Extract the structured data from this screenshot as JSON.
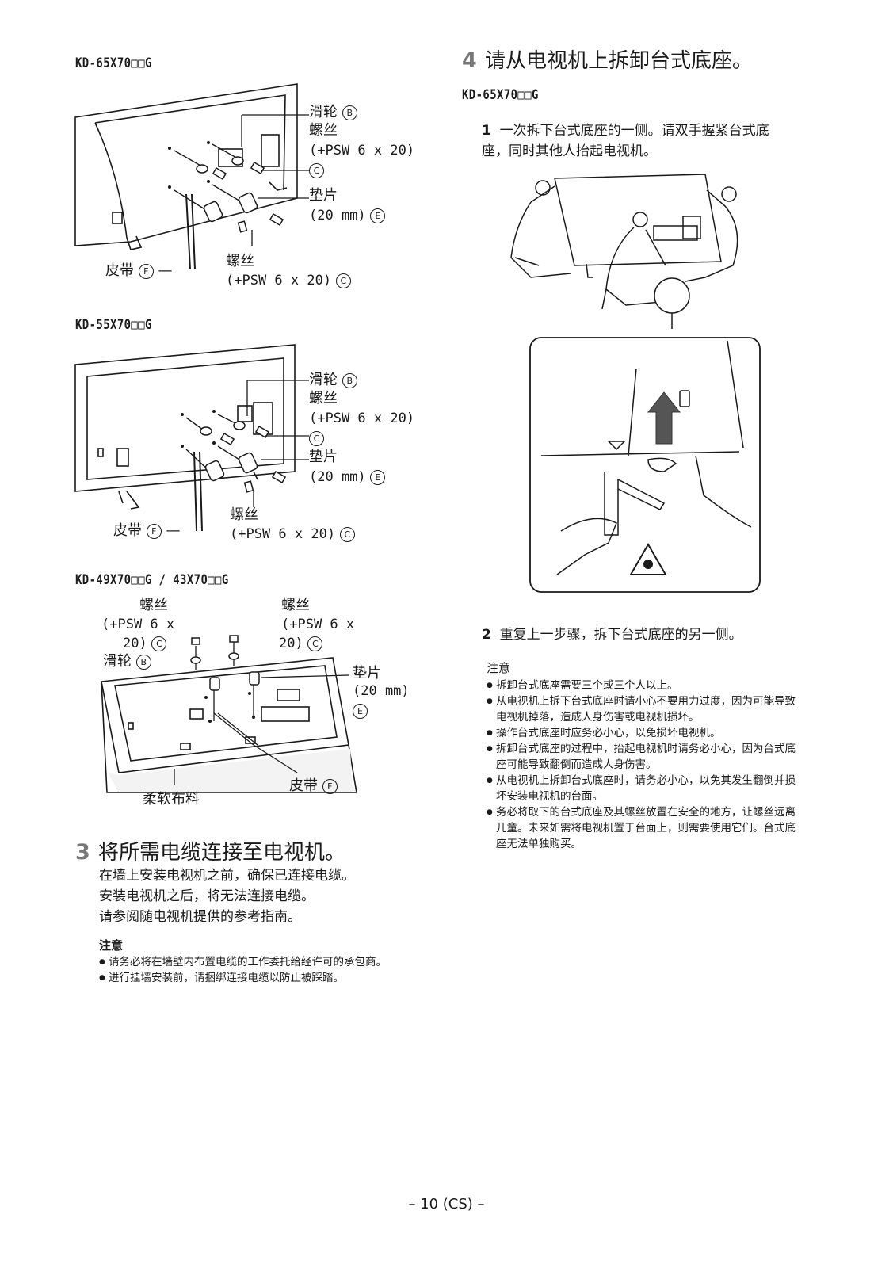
{
  "models": {
    "m65": "KD-65X70□□G",
    "m55": "KD-55X70□□G",
    "m49": "KD-49X70□□G / 43X70□□G",
    "m65_step4": "KD-65X70□□G"
  },
  "diagram65": {
    "pulley": "滑轮",
    "pulley_code": "B",
    "screw": "螺丝",
    "screw_spec": "(+PSW 6 x 20)",
    "screw_code": "C",
    "spacer": "垫片",
    "spacer_spec": "(20 mm)",
    "spacer_code": "E",
    "belt": "皮带",
    "belt_code": "F",
    "screw2": "螺丝",
    "screw2_spec": "(+PSW 6 x 20)",
    "screw2_code": "C"
  },
  "diagram55": {
    "pulley": "滑轮",
    "pulley_code": "B",
    "screw": "螺丝",
    "screw_spec": "(+PSW 6 x 20)",
    "screw_code": "C",
    "spacer": "垫片",
    "spacer_spec": "(20 mm)",
    "spacer_code": "E",
    "belt": "皮带",
    "belt_code": "F",
    "screw2": "螺丝",
    "screw2_spec": "(+PSW 6 x 20)",
    "screw2_code": "C"
  },
  "diagram49": {
    "screw_l": "螺丝",
    "screw_l_spec1": "(+PSW 6 x",
    "screw_l_spec2": "20)",
    "screw_l_code": "C",
    "pulley": "滑轮",
    "pulley_code": "B",
    "screw_r": "螺丝",
    "screw_r_spec1": "(+PSW 6 x",
    "screw_r_spec2": "20)",
    "screw_r_code": "C",
    "spacer": "垫片",
    "spacer_spec": "(20 mm)",
    "spacer_code": "E",
    "belt": "皮带",
    "belt_code": "F",
    "cloth": "柔软布料"
  },
  "step3": {
    "num": "3",
    "title": "将所需电缆连接至电视机。",
    "lines": [
      "在墙上安装电视机之前，确保已连接电缆。",
      "安装电视机之后，将无法连接电缆。",
      "请参阅随电视机提供的参考指南。"
    ],
    "note_head": "注意",
    "notes": [
      "请务必将在墙壁内布置电缆的工作委托给经许可的承包商。",
      "进行挂墙安装前，请捆绑连接电缆以防止被踩踏。"
    ]
  },
  "step4": {
    "num": "4",
    "title": "请从电视机上拆卸台式底座。",
    "sub1_num": "1",
    "sub1_text": "一次拆下台式底座的一侧。请双手握紧台式底座，同时其他人抬起电视机。",
    "sub2_num": "2",
    "sub2_text": "重复上一步骤，拆下台式底座的另一侧。",
    "note_head": "注意",
    "notes": [
      "拆卸台式底座需要三个或三个人以上。",
      "从电视机上拆下台式底座时请小心不要用力过度，因为可能导致电视机掉落，造成人身伤害或电视机损坏。",
      "操作台式底座时应务必小心，以免损坏电视机。",
      "拆卸台式底座的过程中，抬起电视机时请务必小心，因为台式底座可能导致翻倒而造成人身伤害。",
      "从电视机上拆卸台式底座时，请务必小心，以免其发生翻倒并损坏安装电视机的台面。",
      "务必将取下的台式底座及其螺丝放置在安全的地方，让螺丝远离儿童。未来如需将电视机置于台面上，则需要使用它们。台式底座无法单独购买。"
    ]
  },
  "footer": {
    "page": "– 10 (CS) –"
  }
}
